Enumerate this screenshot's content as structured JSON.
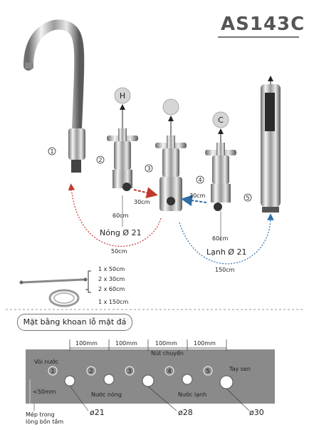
{
  "model": "AS143C",
  "components": {
    "1": "1",
    "2": "2",
    "3": "3",
    "4": "4",
    "5": "5"
  },
  "top_labels": {
    "hot_symbol": "H",
    "cold_symbol": "C"
  },
  "hoses": {
    "h60_left": "60cm",
    "h30_left": "30cm",
    "h30_right": "30cm",
    "h60_right": "60cm",
    "h50": "50cm",
    "h150": "150cm",
    "hot_label": "Nóng Ø 21",
    "cold_label": "Lạnh Ø 21"
  },
  "hose_list": {
    "a": "1 x 50cm",
    "b": "2 x 30cm",
    "c": "2 x 60cm",
    "d": "1 x 150cm"
  },
  "plan": {
    "title": "Mặt bằng khoan lỗ mặt đá",
    "dim1": "100mm",
    "dim2": "100mm",
    "dim3": "100mm",
    "dim4": "100mm",
    "spout": "Vòi nước",
    "diverter": "Nút chuyển",
    "handshower": "Tay sen",
    "hot_water": "Nước nóng",
    "cold_water": "Nước lạnh",
    "edge_dist": "<50mm",
    "edge_label_1": "Mép trong",
    "edge_label_2": "lòng bồn tắm",
    "d21": "ø21",
    "d28": "ø28",
    "d30": "ø30",
    "n1": "1",
    "n2": "2",
    "n3": "3",
    "n4": "4",
    "n5": "5"
  }
}
